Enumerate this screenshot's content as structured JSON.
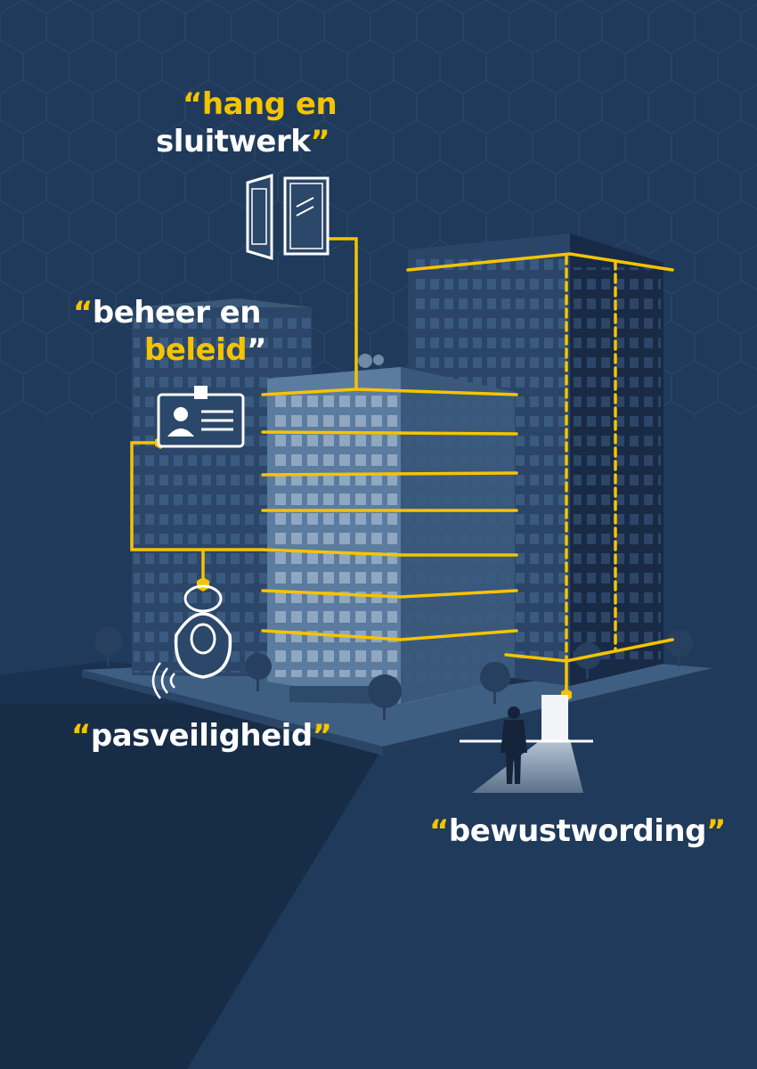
{
  "labels": {
    "hang_en_sluitwerk": {
      "open_quote": "“",
      "line1": "hang en",
      "line2": "sluitwerk",
      "close_quote": "”"
    },
    "beheer_en_beleid": {
      "open_quote": "“",
      "line1": "beheer en",
      "line2": "beleid",
      "close_quote": "”"
    },
    "pasveiligheid": {
      "open_quote": "“",
      "text": "pasveiligheid",
      "close_quote": "”"
    },
    "bewustwording": {
      "open_quote": "“",
      "text": "bewustwording",
      "close_quote": "”"
    }
  },
  "colors": {
    "background": "#1f3a5a",
    "accent": "#f5c400",
    "text": "#ffffff",
    "building_light": "#4a6a8c",
    "building_dark": "#1a2d4a"
  },
  "icons": [
    "door-icon",
    "id-card-icon",
    "key-fob-icon",
    "person-silhouette-icon"
  ]
}
